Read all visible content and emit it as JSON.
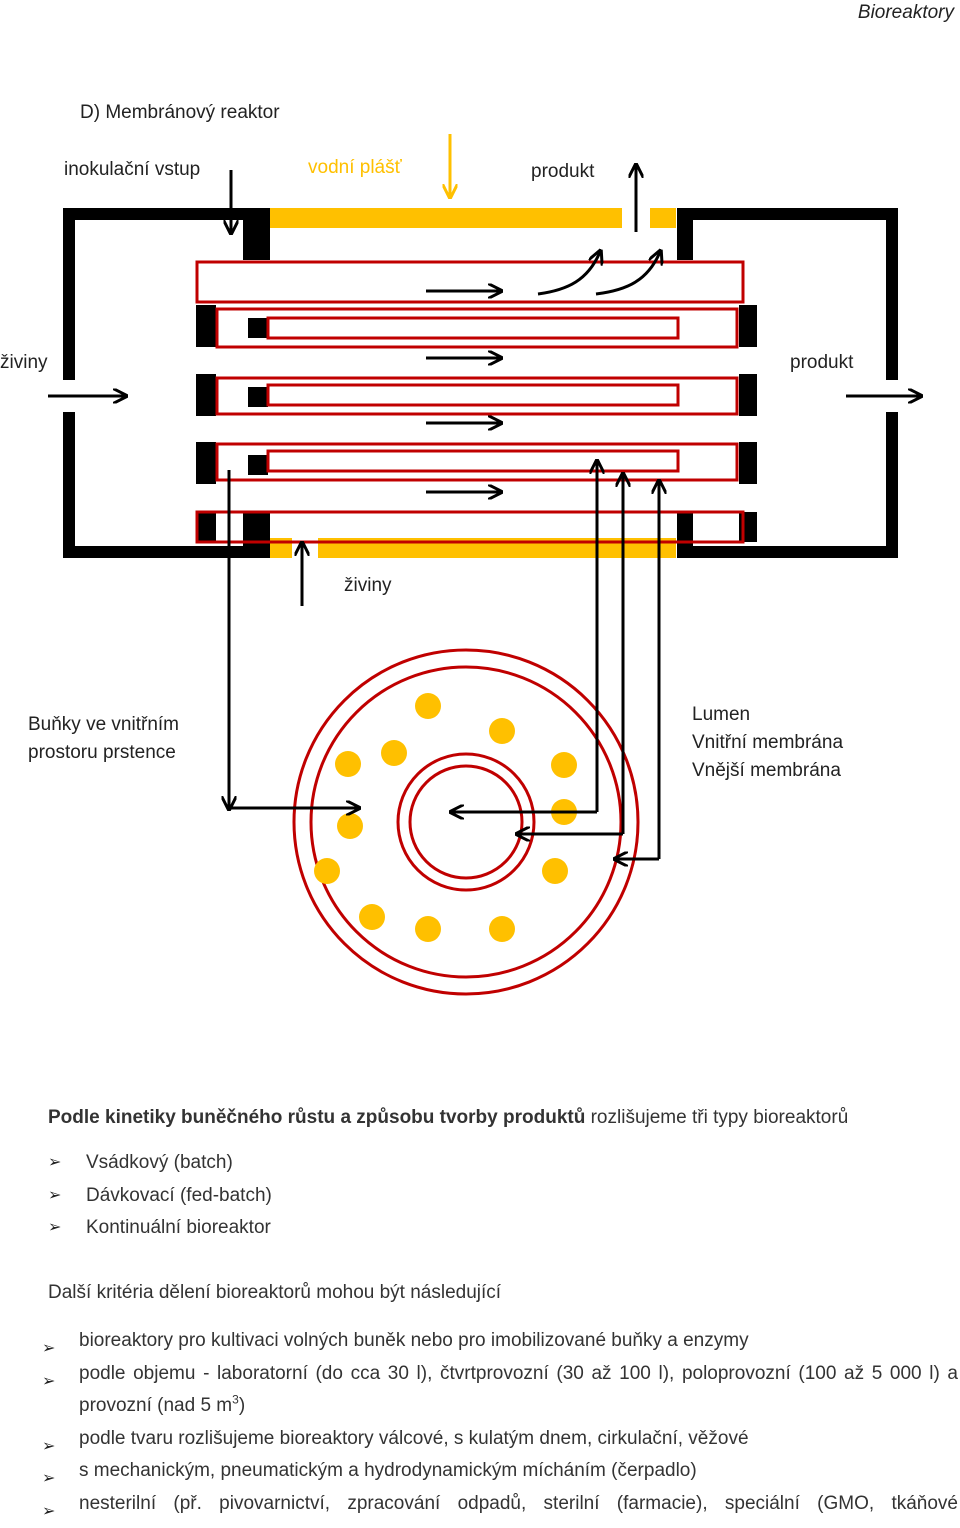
{
  "header": {
    "title": "Bioreaktory"
  },
  "section": {
    "heading": "D)   Membránový reaktor"
  },
  "diagram": {
    "labels": {
      "inoculation": "inokulační vstup",
      "water_jacket": "vodní plášť",
      "product_top": "produkt",
      "nutrients_left": "živiny",
      "product_right": "produkt",
      "nutrients_bottom": "živiny",
      "cells_line1": "Buňky ve vnitřním",
      "cells_line2": "prostoru prstence",
      "lumen": "Lumen",
      "inner_membrane": "Vnitřní membrána",
      "outer_membrane": "Vnější membrána"
    },
    "colors": {
      "frame": "#000000",
      "jacket": "#FFC000",
      "membrane": "#C00000",
      "cell": "#FFC000"
    }
  },
  "text": {
    "intro_bold": "Podle kinetiky buněčného růstu a způsobu tvorby produktů",
    "intro_rest": " rozlišujeme tři typy bioreaktorů",
    "types": [
      "Vsádkový (batch)",
      "Dávkovací (fed-batch)",
      "Kontinuální bioreaktor"
    ],
    "criteria_intro": "Další kritéria dělení bioreaktorů mohou být následující",
    "criteria": [
      "bioreaktory pro kultivaci volných buněk nebo pro imobilizované buňky a enzymy",
      "podle objemu - laboratorní (do cca 30 l), čtvrtprovozní (30 až 100 l), poloprovozní (100 až 5 000 l) a provozní (nad 5 m",
      "podle tvaru rozlišujeme bioreaktory válcové, s kulatým dnem, cirkulační, věžové",
      "s mechanickým, pneumatickým a hydrodynamickým mícháním (čerpadlo)",
      "nesterilní (př. pivovarnictví, zpracování odpadů, sterilní (farmacie), speciální (GMO, tkáňové"
    ],
    "volume_sup": "3",
    "volume_close": ")",
    "bullet_glyph": "➢"
  }
}
